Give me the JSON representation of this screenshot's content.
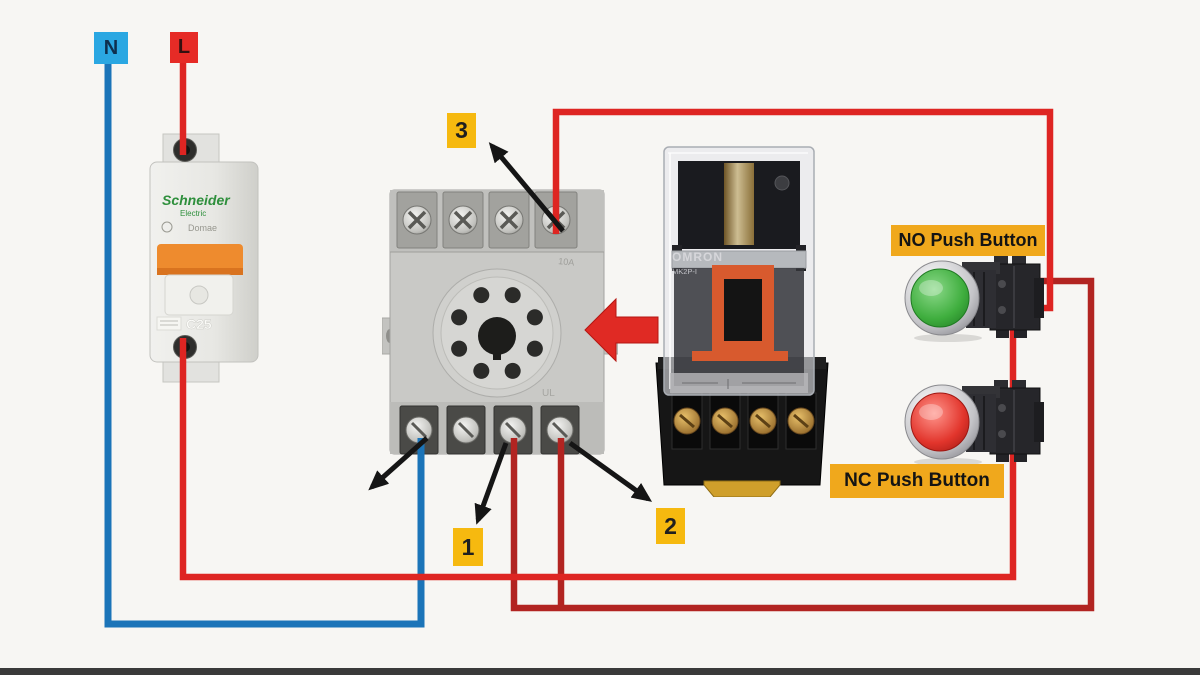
{
  "supply": {
    "neutral_label": "N",
    "live_label": "L"
  },
  "breaker": {
    "brand_line1": "Schneider",
    "brand_line2": "Electric",
    "series": "Domae",
    "rating": "C25"
  },
  "relay": {
    "brand": "OMRON",
    "model": "MK2P-I"
  },
  "socket": {
    "current_marking": "10A",
    "cert_marking": "UL"
  },
  "buttons": {
    "no_label": "NO Push Button",
    "nc_label": "NC Push Button"
  },
  "tags": {
    "t1": "1",
    "t2": "2",
    "t3": "3"
  },
  "colors": {
    "bg": "#f7f6f3",
    "wire-blue": "#1b74b8",
    "wire-red": "#de2522",
    "wire-darkred": "#b22421",
    "tag-bg": "#f6b90f",
    "plabel-bg": "#f0a81c",
    "n-bg": "#2aa7e2",
    "l-bg": "#e62b26",
    "no-cap": "#3fae3e",
    "nc-cap": "#e2352c",
    "red-arrow": "#e02a24"
  }
}
